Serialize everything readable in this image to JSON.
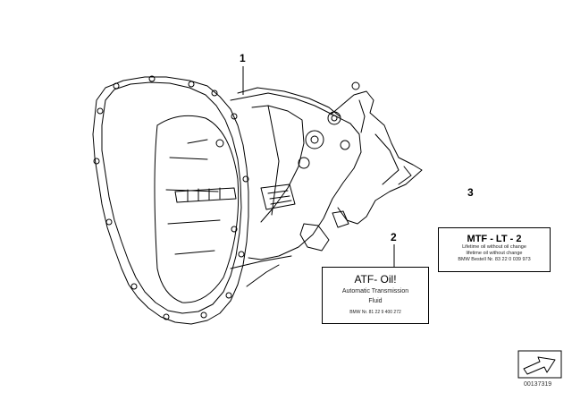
{
  "callouts": {
    "c1": "1",
    "c2": "2",
    "c3": "3"
  },
  "atf_label": {
    "title": "ATF- Oil!",
    "line1": "Automatic Transmission",
    "line2": "Fluid",
    "footer": "BMW Nr. 81 22 9 400 272"
  },
  "mtf_label": {
    "title": "MTF - LT - 2",
    "line1": "Lifetime oil without oil change",
    "line2": "lifetime oil without change",
    "line3": "BMW Bestell Nr. 83 22 0 039 973"
  },
  "reference": "00137319",
  "icons": {
    "transmission": "manual-transmission-illustration",
    "arrow": "navigation-arrow-icon"
  }
}
